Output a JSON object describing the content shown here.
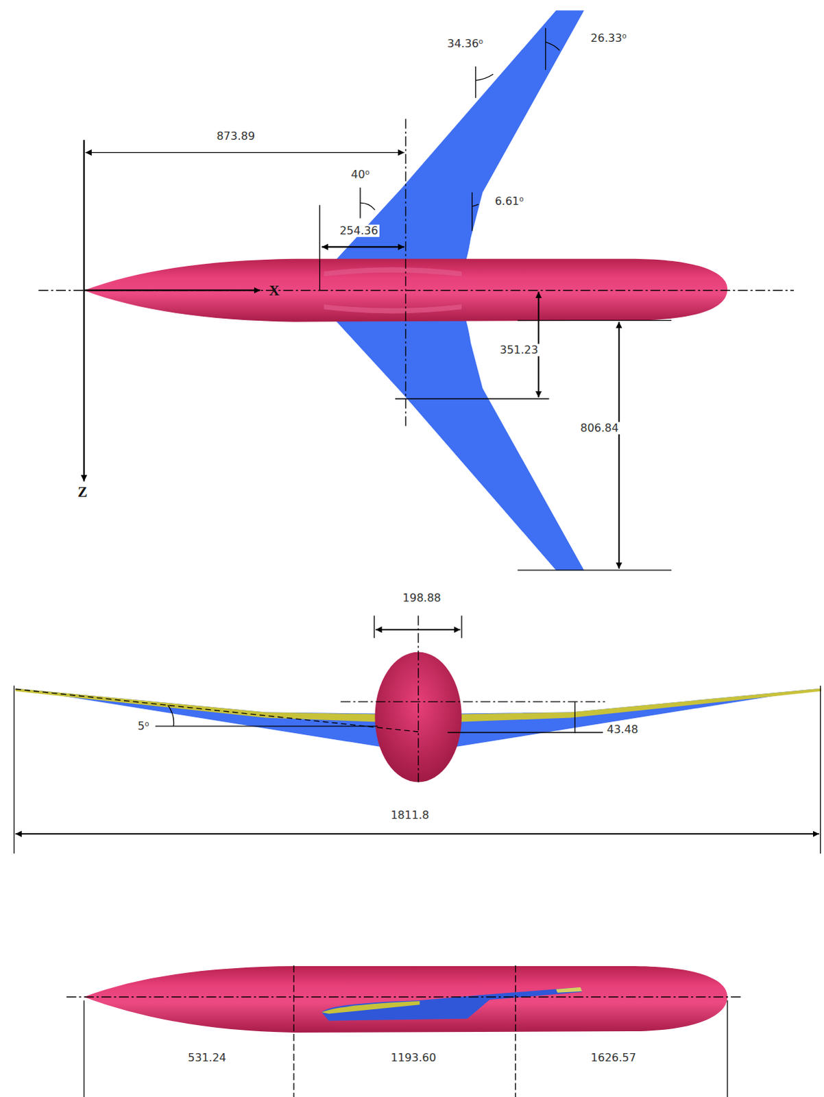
{
  "diagram": {
    "labels": [
      "34.36⁰",
      "26.33⁰",
      "873.89",
      "40⁰",
      "6.61⁰",
      "254.36",
      "X",
      "351.23",
      "806.84",
      "Z",
      "198.88",
      "5⁰",
      "43.48",
      "1811.8",
      "531.24",
      "1193.60",
      "1626.57"
    ]
  }
}
